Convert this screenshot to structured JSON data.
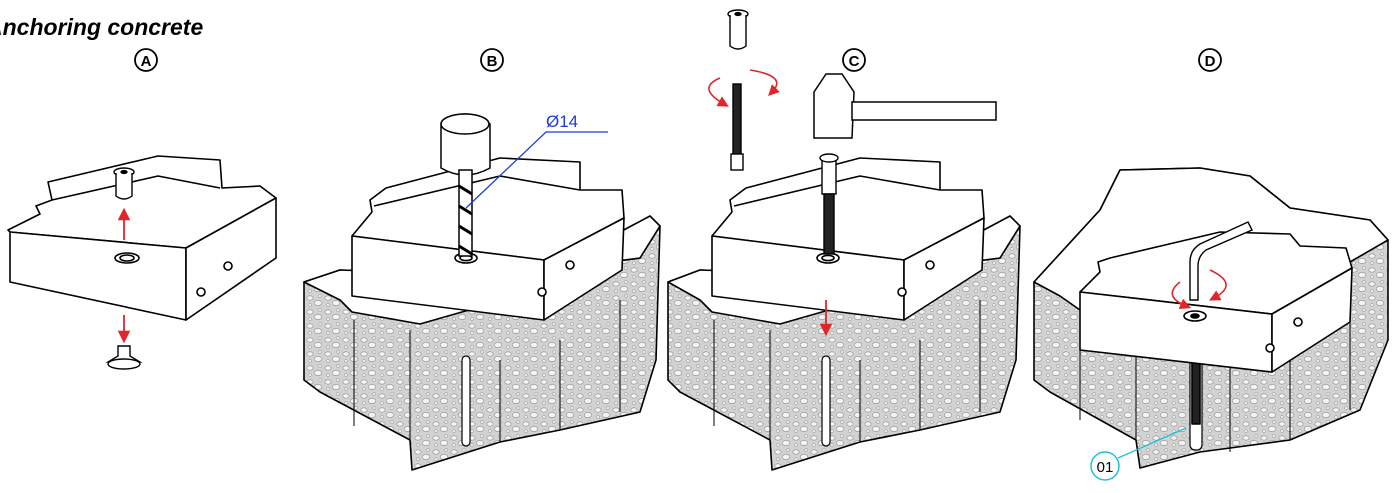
{
  "title": "Anchoring concrete",
  "steps": [
    {
      "label": "A"
    },
    {
      "label": "B"
    },
    {
      "label": "C"
    },
    {
      "label": "D"
    }
  ],
  "annotations": {
    "drill_diameter": "Ø14",
    "part_number": "01"
  },
  "colors": {
    "line": "#000000",
    "motion_arrow": "#e0262b",
    "dimension": "#1f3dd6",
    "callout": "#17c4d4",
    "concrete_fill": "#d2d2d2"
  },
  "icons": [
    "screw-icon",
    "washer-icon",
    "drill-icon",
    "hammer-icon",
    "hex-key-icon",
    "threaded-anchor-icon",
    "rotation-arrow-icon"
  ]
}
